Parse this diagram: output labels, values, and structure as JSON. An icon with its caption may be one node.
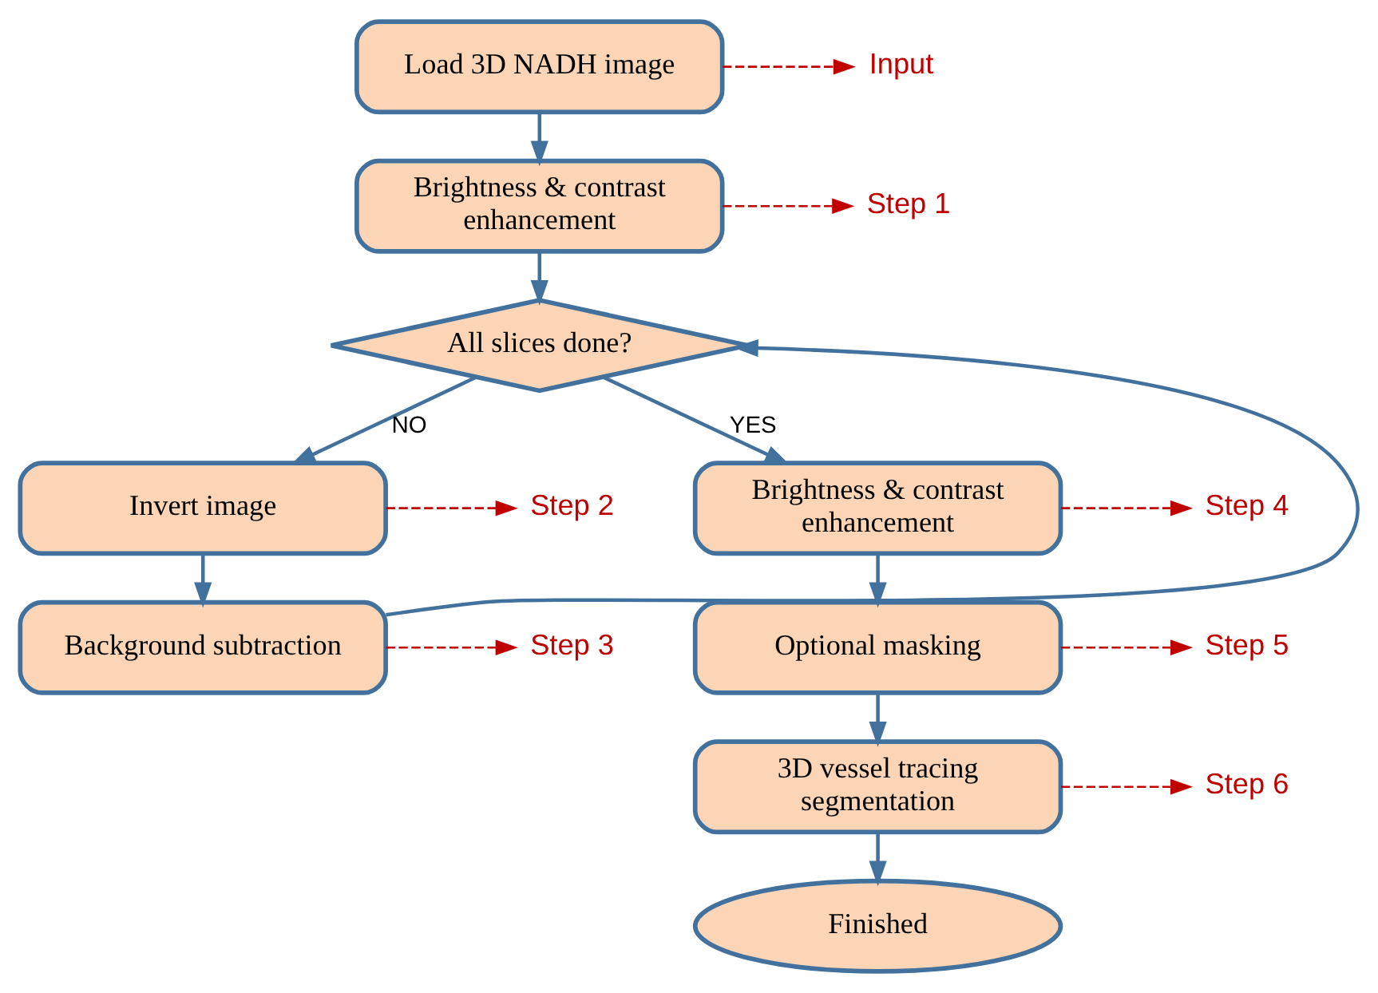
{
  "diagram": {
    "nodes": [
      {
        "text": [
          "Load 3D NADH image"
        ]
      },
      {
        "text": [
          "Brightness & contrast enhancement"
        ]
      },
      {
        "text": [
          "All slices done?"
        ]
      },
      {
        "text": [
          "Invert image"
        ]
      },
      {
        "text": [
          "Background subtraction"
        ]
      },
      {
        "text": [
          "Brightness & contrast enhancement"
        ]
      },
      {
        "text": [
          "Optional masking"
        ]
      },
      {
        "text": [
          "3D vessel tracing segmentation"
        ]
      },
      {
        "text": [
          "Finished"
        ]
      },
      {
        "text": [
          "Input"
        ]
      },
      {
        "text": [
          "Step 1"
        ]
      },
      {
        "text": [
          "Step 2"
        ]
      },
      {
        "text": [
          "Step 3"
        ]
      },
      {
        "text": [
          "Step 4"
        ]
      },
      {
        "text": [
          "Step 5"
        ]
      },
      {
        "text": [
          "Step 6"
        ]
      }
    ],
    "edges": [
      {
        "from": 0,
        "to": 1,
        "arrow": "to"
      },
      {
        "from": 1,
        "to": 2,
        "arrow": "to"
      },
      {
        "from": 2,
        "to": 3,
        "arrow": "to",
        "label": "NO"
      },
      {
        "from": 3,
        "to": 4,
        "arrow": "to"
      },
      {
        "from": 4,
        "to": 2,
        "arrow": "to"
      },
      {
        "from": 2,
        "to": 5,
        "arrow": "to",
        "label": "YES"
      },
      {
        "from": 5,
        "to": 6,
        "arrow": "to"
      },
      {
        "from": 6,
        "to": 7,
        "arrow": "to"
      },
      {
        "from": 7,
        "to": 8,
        "arrow": "to"
      },
      {
        "from": 0,
        "to": 9,
        "arrow": "to",
        "style": "dashed",
        "color": "#c00000"
      },
      {
        "from": 1,
        "to": 10,
        "arrow": "to",
        "style": "dashed",
        "color": "#c00000"
      },
      {
        "from": 3,
        "to": 11,
        "arrow": "to",
        "style": "dashed",
        "color": "#c00000"
      },
      {
        "from": 4,
        "to": 12,
        "arrow": "to",
        "style": "dashed",
        "color": "#c00000"
      },
      {
        "from": 5,
        "to": 13,
        "arrow": "to",
        "style": "dashed",
        "color": "#c00000"
      },
      {
        "from": 6,
        "to": 14,
        "arrow": "to",
        "style": "dashed",
        "color": "#c00000"
      },
      {
        "from": 7,
        "to": 15,
        "arrow": "to",
        "style": "dashed",
        "color": "#c00000"
      }
    ]
  }
}
